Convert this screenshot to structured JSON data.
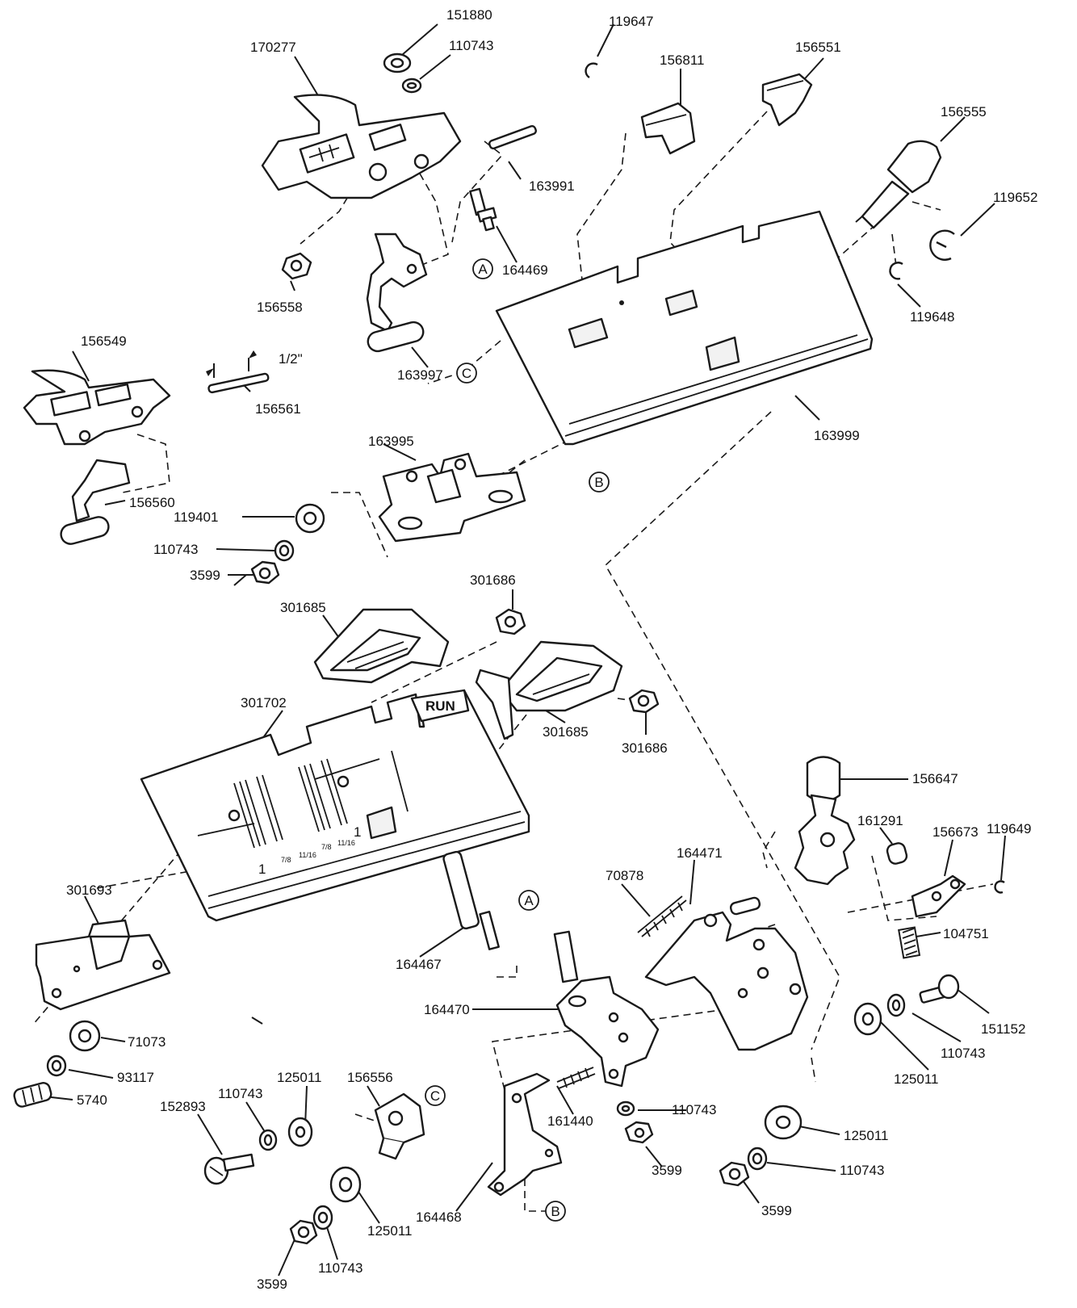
{
  "labels": {
    "p151880": "151880",
    "p110743_top": "110743",
    "p119647": "119647",
    "p170277": "170277",
    "p156811": "156811",
    "p156551": "156551",
    "p156555": "156555",
    "p119652": "119652",
    "p163991": "163991",
    "p164469": "164469",
    "p119648": "119648",
    "p156558": "156558",
    "p163997": "163997",
    "p156549": "156549",
    "p156561": "156561",
    "dim_half_inch": "1/2\"",
    "p163995": "163995",
    "p163999": "163999",
    "p156560": "156560",
    "p119401": "119401",
    "p110743_a": "110743",
    "p3599_a": "3599",
    "p301686_a": "301686",
    "p301685_a": "301685",
    "p301702": "301702",
    "run_tab": "RUN",
    "p301685_b": "301685",
    "p301686_b": "301686",
    "p156647": "156647",
    "p161291": "161291",
    "p156673": "156673",
    "p119649": "119649",
    "p164471": "164471",
    "p70878": "70878",
    "p301693": "301693",
    "p164467": "164467",
    "p104751": "104751",
    "p164470": "164470",
    "p151152": "151152",
    "p110743_b": "110743",
    "p125011_a": "125011",
    "p71073": "71073",
    "p93117": "93117",
    "p5740": "5740",
    "p152893": "152893",
    "p110743_c": "110743",
    "p125011_b": "125011",
    "p156556": "156556",
    "p161440": "161440",
    "p110743_d": "110743",
    "p125011_c": "125011",
    "p110743_e": "110743",
    "p3599_b": "3599",
    "p3599_c": "3599",
    "p164468": "164468",
    "p125011_d": "125011",
    "p110743_f": "110743",
    "p3599_d": "3599"
  },
  "callouts": {
    "A1": "A",
    "A2": "A",
    "B1": "B",
    "B2": "B",
    "C1": "C",
    "C2": "C"
  },
  "plate_markings": {
    "mark_1_left": "1",
    "mark_1_right": "1",
    "frac_7_8_left": "7/8",
    "frac_11_16_left": "11/16",
    "frac_7_8_right": "7/8",
    "frac_11_16_right": "11/16"
  }
}
